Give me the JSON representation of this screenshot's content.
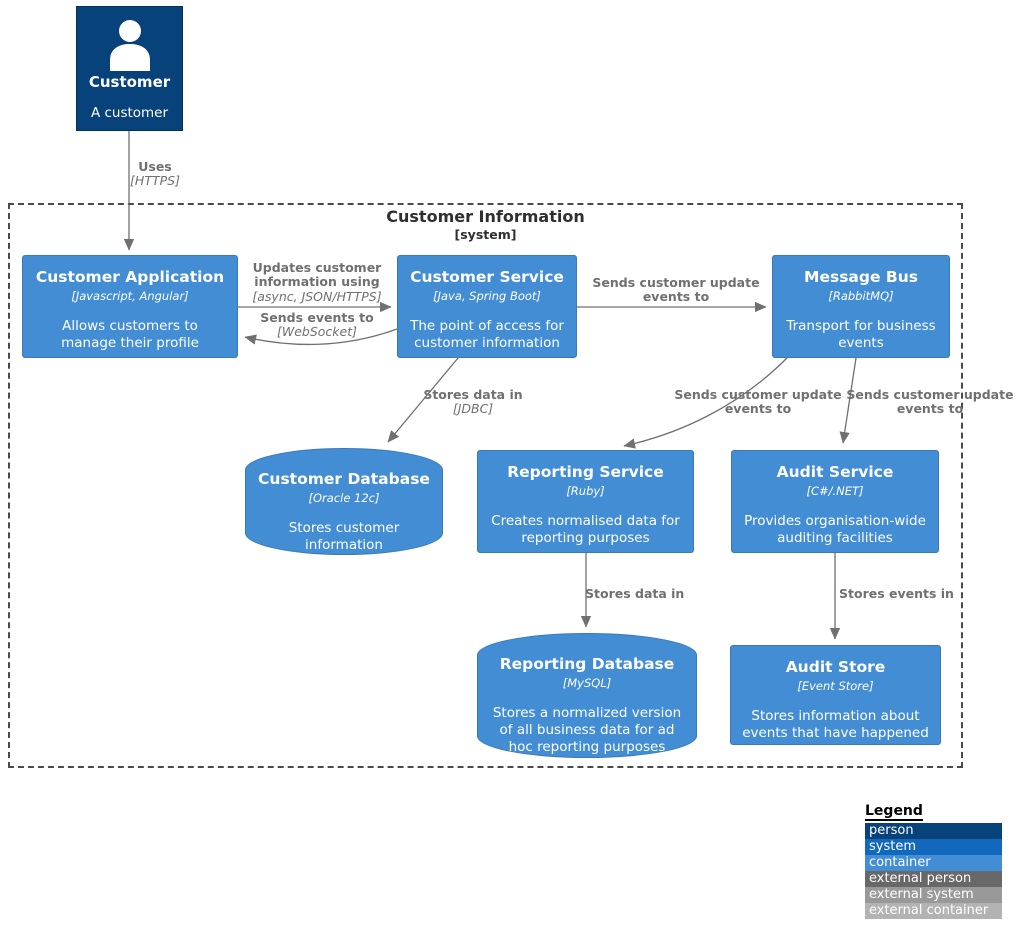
{
  "colors": {
    "person_fill": "#08427b",
    "system_fill": "#1168bd",
    "container_fill": "#438dd5",
    "external_person_fill": "#686868",
    "external_system_fill": "#999999",
    "external_container_fill": "#b3b3b3",
    "relationship": "#707070"
  },
  "boundary": {
    "title": "Customer Information",
    "subtitle": "[system]"
  },
  "nodes": {
    "customer": {
      "title": "Customer",
      "description": "A customer"
    },
    "customer_application": {
      "title": "Customer Application",
      "tech": "[Javascript, Angular]",
      "description": "Allows customers to manage their profile"
    },
    "customer_service": {
      "title": "Customer Service",
      "tech": "[Java, Spring Boot]",
      "description": "The point of access for customer information"
    },
    "message_bus": {
      "title": "Message Bus",
      "tech": "[RabbitMQ]",
      "description": "Transport for business events"
    },
    "customer_database": {
      "title": "Customer Database",
      "tech": "[Oracle 12c]",
      "description": "Stores customer information"
    },
    "reporting_service": {
      "title": "Reporting Service",
      "tech": "[Ruby]",
      "description": "Creates normalised data for reporting purposes"
    },
    "audit_service": {
      "title": "Audit Service",
      "tech": "[C#/.NET]",
      "description": "Provides organisation-wide auditing facilities"
    },
    "reporting_database": {
      "title": "Reporting Database",
      "tech": "[MySQL]",
      "description": "Stores a normalized version of all business data for ad hoc reporting purposes"
    },
    "audit_store": {
      "title": "Audit Store",
      "tech": "[Event Store]",
      "description": "Stores information about events that have happened"
    }
  },
  "relationships": {
    "uses": {
      "name": "Uses",
      "tech": "[HTTPS]"
    },
    "updates": {
      "name": "Updates customer information using",
      "tech": "[async, JSON/HTTPS]"
    },
    "sends_events": {
      "name": "Sends events to",
      "tech": "[WebSocket]"
    },
    "sends_updates_to_bus": {
      "name": "Sends customer update events to"
    },
    "stores_jdbc": {
      "name": "Stores data in",
      "tech": "[JDBC]"
    },
    "sends_updates_to_reporting": {
      "name": "Sends customer update events to"
    },
    "sends_updates_to_audit": {
      "name": "Sends customer update events to"
    },
    "stores_data_in": {
      "name": "Stores data in"
    },
    "stores_events_in": {
      "name": "Stores events in"
    }
  },
  "legend": {
    "title": "Legend",
    "items": [
      {
        "label": "person",
        "color": "#08427b"
      },
      {
        "label": "system",
        "color": "#1168bd"
      },
      {
        "label": "container",
        "color": "#438dd5"
      },
      {
        "label": "external person",
        "color": "#686868"
      },
      {
        "label": "external system",
        "color": "#999999"
      },
      {
        "label": "external container",
        "color": "#b3b3b3"
      }
    ]
  }
}
